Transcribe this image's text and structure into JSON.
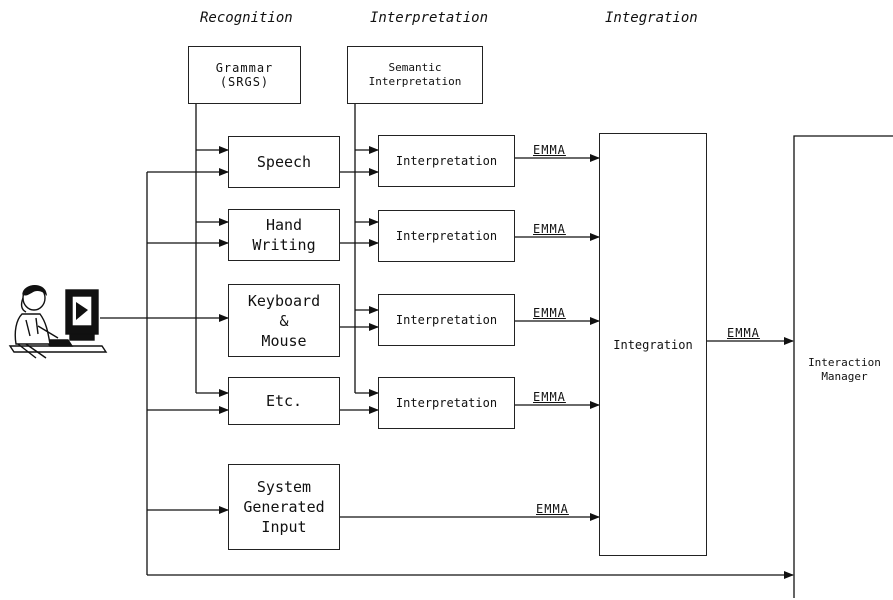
{
  "headers": {
    "recognition": "Recognition",
    "interpretation": "Interpretation",
    "integration": "Integration"
  },
  "boxes": {
    "grammar": "Grammar\n(SRGS)",
    "semantic": "Semantic\nInterpretation",
    "speech": "Speech",
    "handwriting": "Hand\nWriting",
    "keyboard": "Keyboard\n&\nMouse",
    "etc": "Etc.",
    "system": "System\nGenerated\nInput",
    "interp1": "Interpretation",
    "interp2": "Interpretation",
    "interp3": "Interpretation",
    "interp4": "Interpretation",
    "integration": "Integration",
    "manager": "Interaction\nManager"
  },
  "emma": {
    "e1": "EMMA",
    "e2": "EMMA",
    "e3": "EMMA",
    "e4": "EMMA",
    "e5": "EMMA",
    "e6": "EMMA"
  },
  "icons": {
    "user": "user-at-computer-icon"
  }
}
